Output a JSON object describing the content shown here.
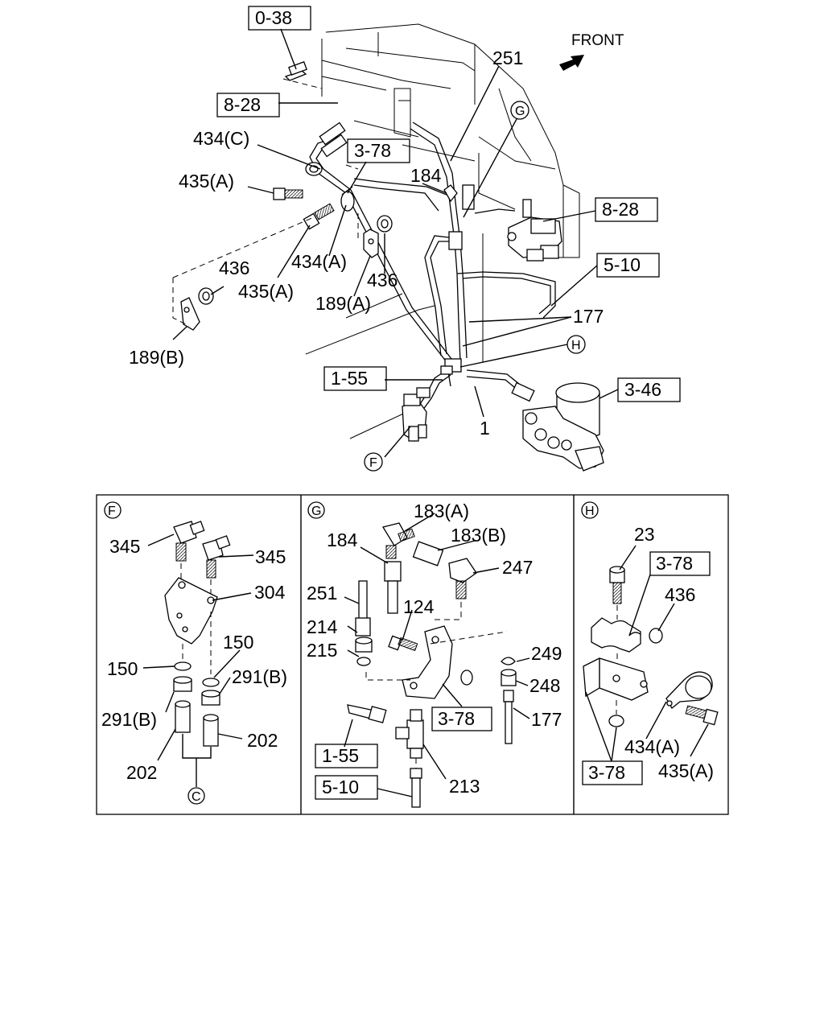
{
  "front_label": "FRONT",
  "main_labels": {
    "l251": "251",
    "l434c": "434(C)",
    "l435a_1": "435(A)",
    "l184": "184",
    "l436_1": "436",
    "l434a_1": "434(A)",
    "l436_2": "436",
    "l435a_2": "435(A)",
    "l189a": "189(A)",
    "l189b": "189(B)",
    "l177": "177",
    "l1": "1"
  },
  "main_refs": {
    "r038": "0-38",
    "r828_1": "8-28",
    "r378": "3-78",
    "r828_2": "8-28",
    "r510": "5-10",
    "r155": "1-55",
    "r346": "3-46"
  },
  "main_circles": {
    "g": "G",
    "h": "H",
    "f": "F"
  },
  "panel_f": {
    "marker": "F",
    "labels": {
      "l345_1": "345",
      "l345_2": "345",
      "l304": "304",
      "l150_1": "150",
      "l150_2": "150",
      "l291b_1": "291(B)",
      "l291b_2": "291(B)",
      "l202_1": "202",
      "l202_2": "202"
    },
    "c_marker": "C"
  },
  "panel_g": {
    "marker": "G",
    "labels": {
      "l183a": "183(A)",
      "l183b": "183(B)",
      "l184": "184",
      "l247": "247",
      "l251": "251",
      "l124": "124",
      "l214": "214",
      "l215": "215",
      "l249": "249",
      "l248": "248",
      "l177": "177",
      "l213": "213"
    },
    "refs": {
      "r378": "3-78",
      "r155": "1-55",
      "r510": "5-10"
    }
  },
  "panel_h": {
    "marker": "H",
    "labels": {
      "l23": "23",
      "l436": "436",
      "l434a": "434(A)",
      "l435a": "435(A)"
    },
    "refs": {
      "r378_1": "3-78",
      "r378_2": "3-78"
    }
  }
}
